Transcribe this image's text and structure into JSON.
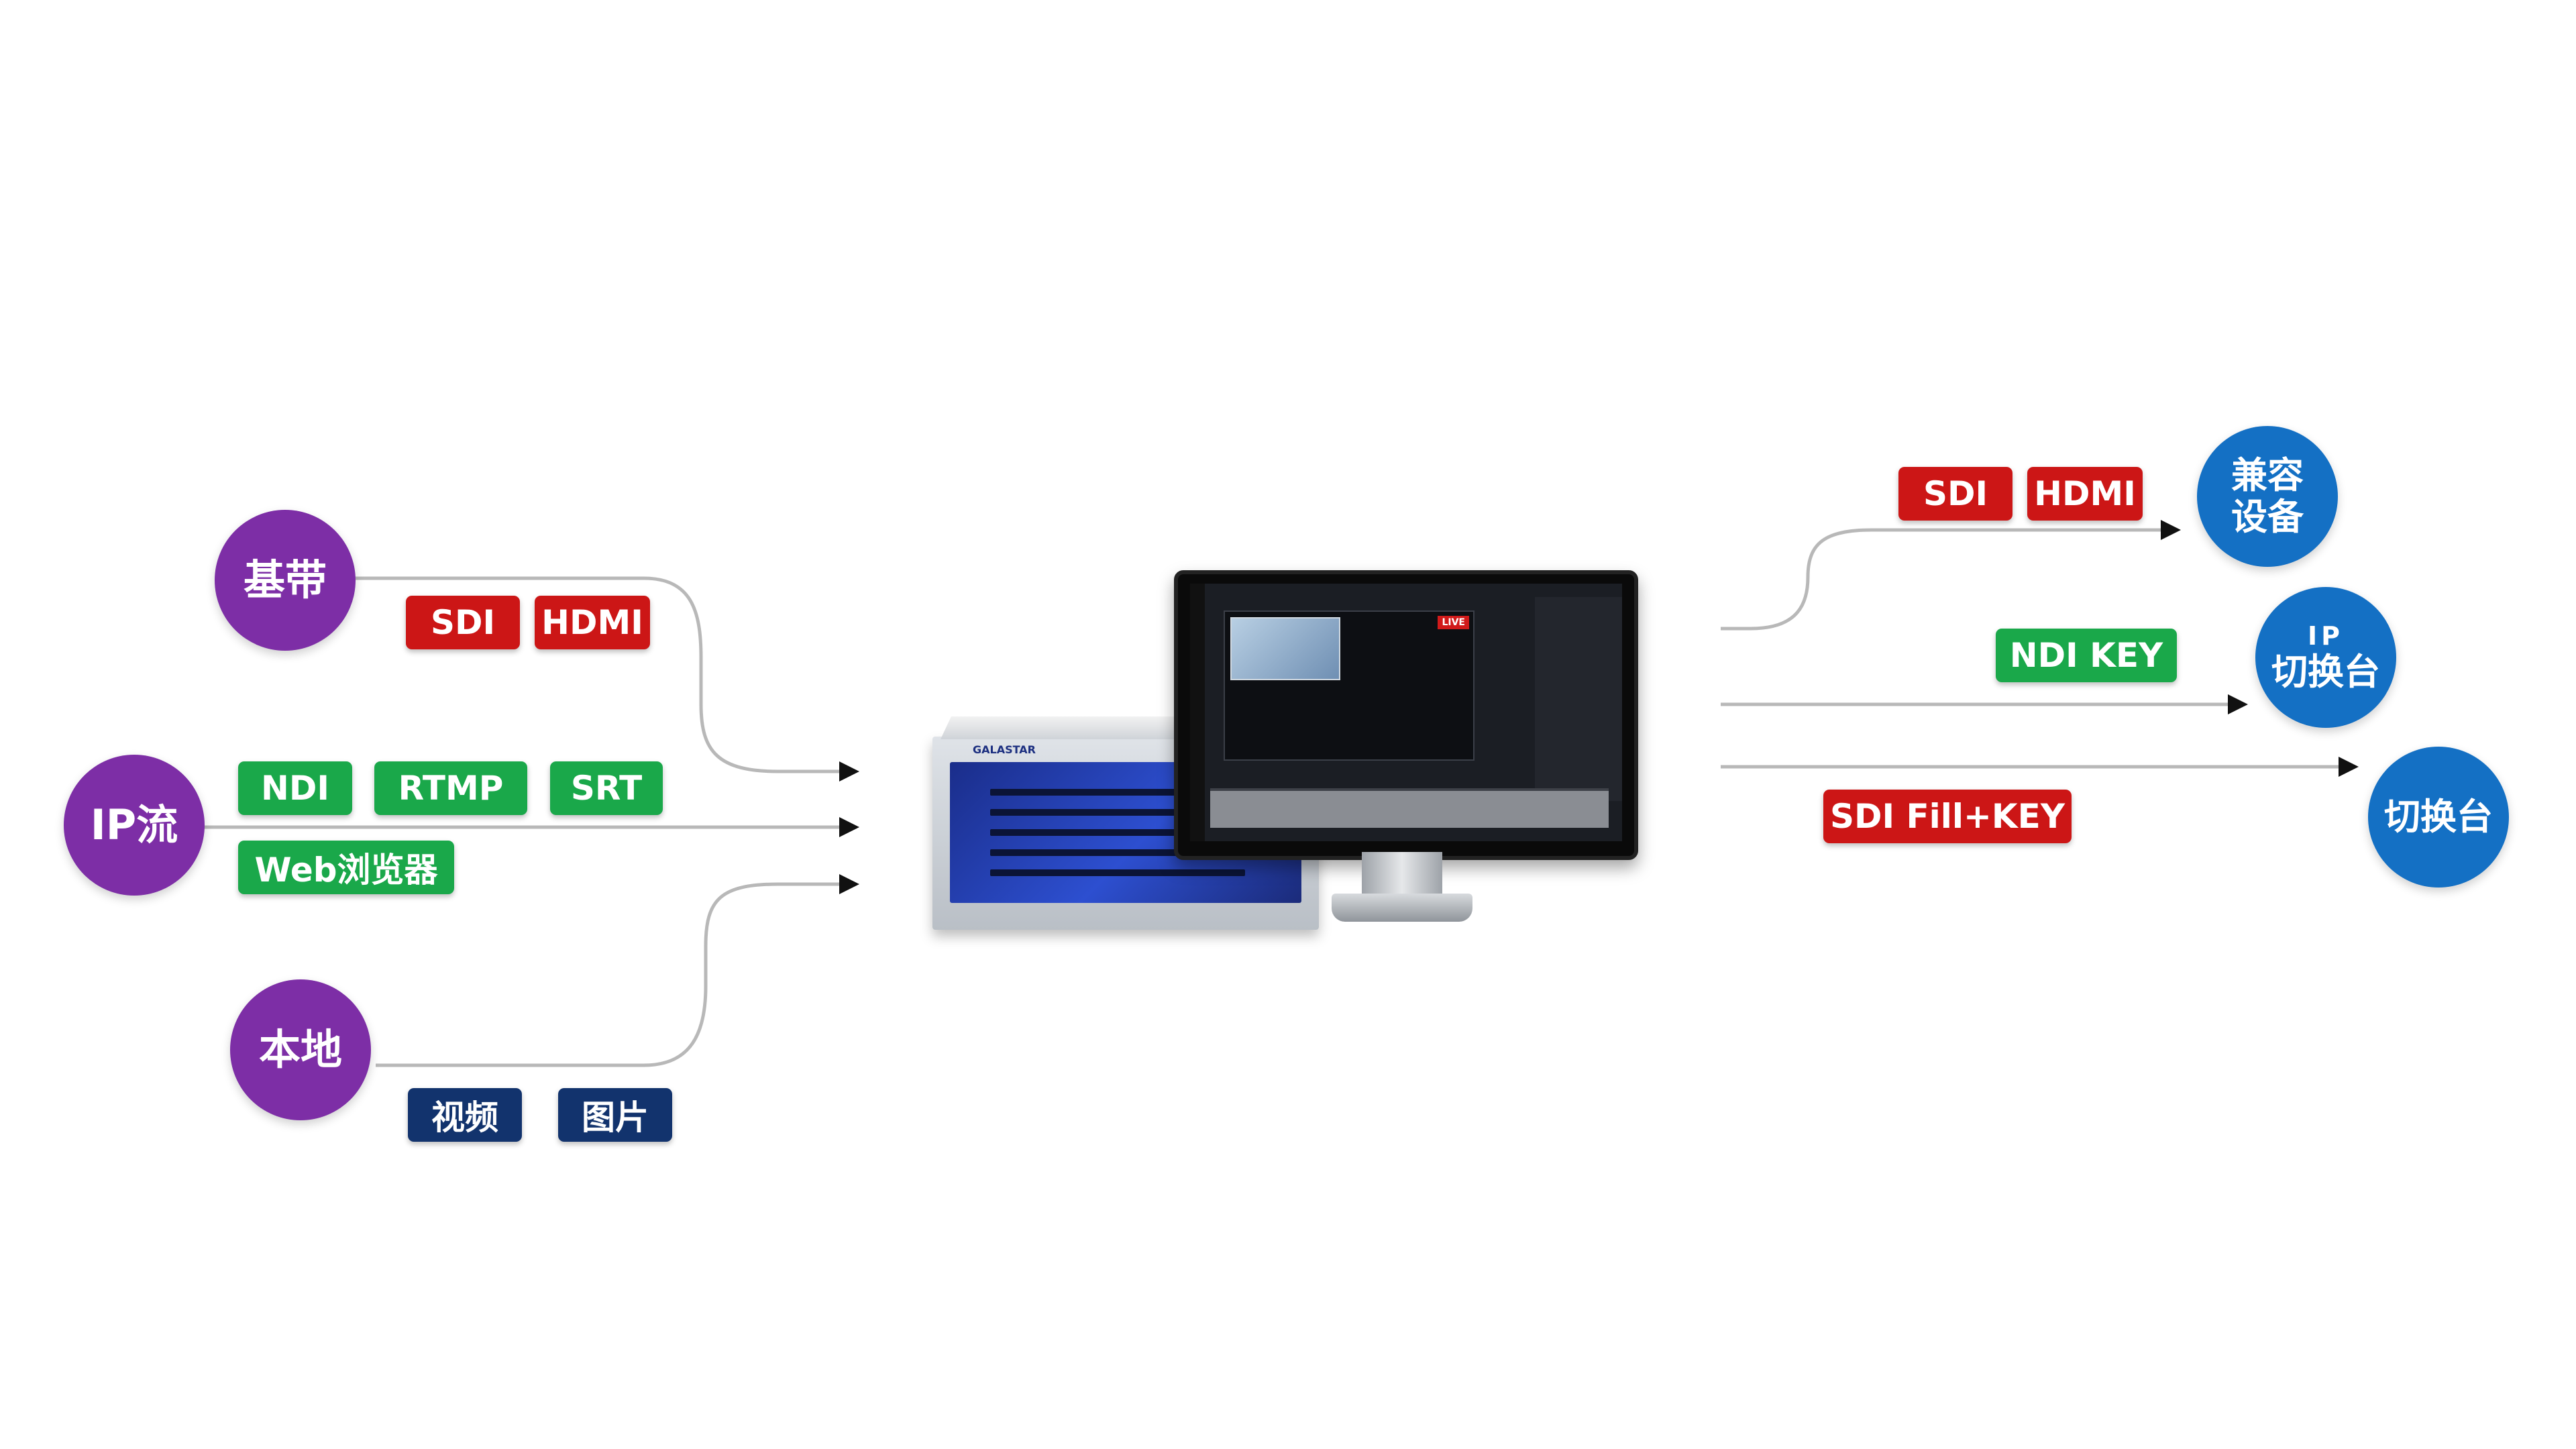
{
  "inputs": {
    "baseband": {
      "label": "基带",
      "tags": [
        "SDI",
        "HDMI"
      ]
    },
    "ip_stream": {
      "label": "IP流",
      "tags": [
        "NDI",
        "RTMP",
        "SRT",
        "Web浏览器"
      ]
    },
    "local": {
      "label": "本地",
      "tags": [
        "视频",
        "图片"
      ]
    }
  },
  "outputs": {
    "compatible_devices": {
      "label": "兼容设备",
      "line1": "兼容",
      "line2": "设备",
      "tags": [
        "SDI",
        "HDMI"
      ]
    },
    "ip_switcher": {
      "label": "IP切换台",
      "line1": "IP",
      "line2": "切换台",
      "tags": [
        "NDI KEY"
      ]
    },
    "switcher": {
      "label": "切换台",
      "tags": [
        "SDI Fill+KEY"
      ]
    }
  },
  "device": {
    "brand": "GALASTAR",
    "screen_badge": "LIVE"
  },
  "colors": {
    "input_circle": "#7d2ea6",
    "output_circle": "#1470c4",
    "tag_red": "#cc1616",
    "tag_green": "#1aa84a",
    "tag_navy": "#12336d",
    "connector": "#b8b8b8"
  }
}
